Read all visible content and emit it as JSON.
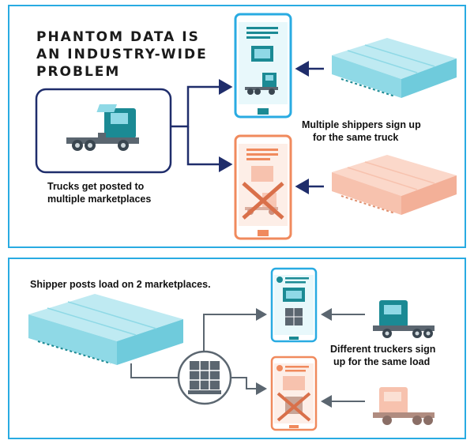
{
  "top": {
    "headline_lines": [
      "PHANTOM DATA IS",
      "AN INDUSTRY-WIDE",
      "PROBLEM"
    ],
    "note_trucks": [
      "Trucks get posted to",
      "multiple marketplaces"
    ],
    "note_shippers": [
      "Multiple shippers sign up",
      "for the same truck"
    ]
  },
  "bottom": {
    "note_shipper_posts": "Shipper posts load on 2 marketplaces.",
    "note_truckers": [
      "Different truckers sign",
      "up for the same load"
    ]
  },
  "colors": {
    "frame_blue": "#29abe2",
    "navy": "#1f2d6b",
    "teal": "#1b8a94",
    "teal_light": "#8fd9e6",
    "salmon": "#f08a5d",
    "salmon_light": "#f7c2ae",
    "gray": "#5b6670"
  },
  "icons": [
    "truck-cab-icon",
    "phone-icon",
    "cargo-trailer-icon",
    "pallet-icon",
    "cross-out-icon",
    "arrow-icon"
  ]
}
